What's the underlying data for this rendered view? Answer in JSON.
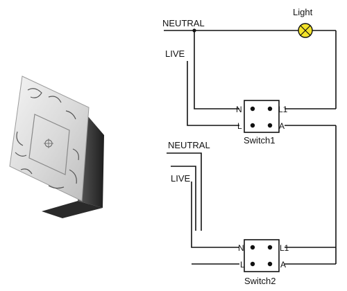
{
  "diagram": {
    "top_section": {
      "neutral_label": "NEUTRAL",
      "live_label": "LIVE",
      "light_label": "Light"
    },
    "switch1": {
      "name": "Switch1",
      "terminal_n": "N",
      "terminal_l": "L",
      "terminal_l1": "L1",
      "terminal_a": "A"
    },
    "bottom_section": {
      "neutral_label": "NEUTRAL",
      "live_label": "LIVE"
    },
    "switch2": {
      "name": "Switch2",
      "terminal_n": "N",
      "terminal_l": "L",
      "terminal_l1": "L1",
      "terminal_a": "A"
    },
    "colors": {
      "lamp_fill": "#f3e32a",
      "wire": "#111111",
      "panel_glass": "#e4e4e4",
      "panel_edge": "#3a3a3a"
    }
  }
}
